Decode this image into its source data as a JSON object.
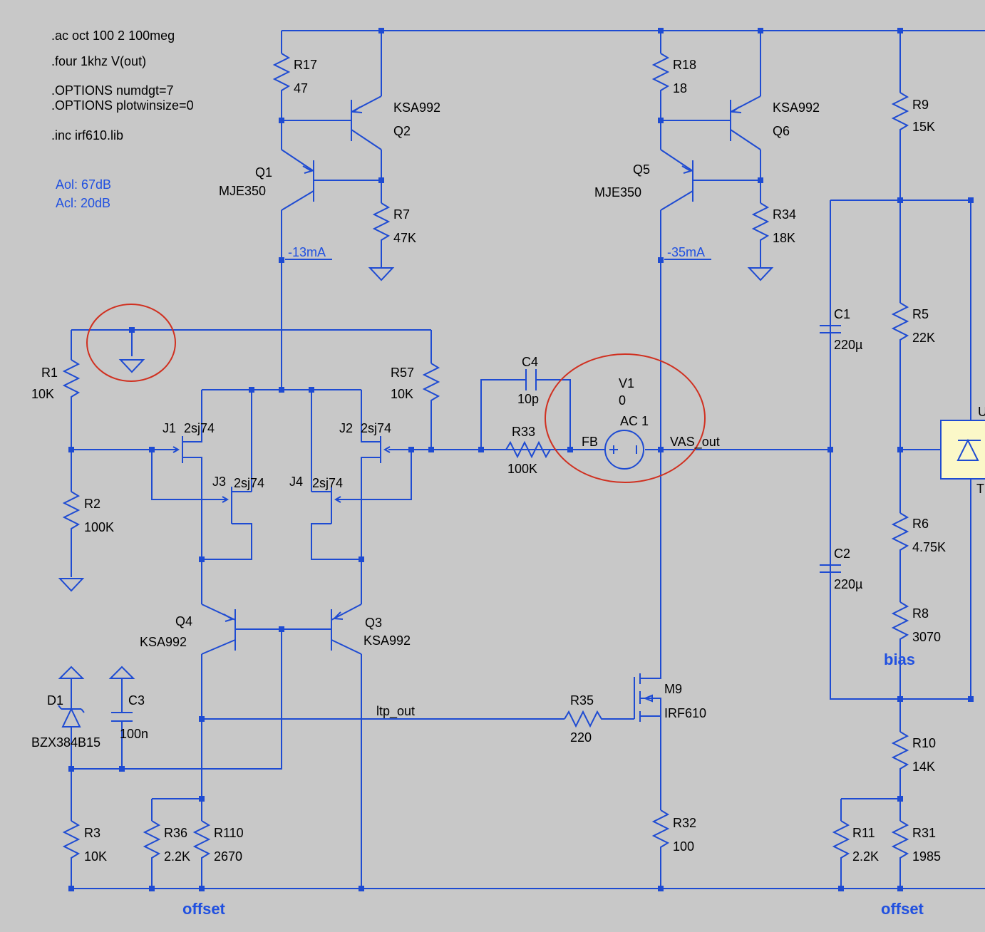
{
  "directives": {
    "ac": ".ac oct 100 2 100meg",
    "four": ".four 1khz V(out)",
    "opt1": ".OPTIONS numdgt=7",
    "opt2": ".OPTIONS plotwinsize=0",
    "inc": ".inc irf610.lib"
  },
  "notes": {
    "aol": "Aol: 67dB",
    "acl": "Acl: 20dB"
  },
  "components": {
    "R17": {
      "name": "R17",
      "value": "47"
    },
    "R18": {
      "name": "R18",
      "value": "18"
    },
    "R9": {
      "name": "R9",
      "value": "15K"
    },
    "R7": {
      "name": "R7",
      "value": "47K"
    },
    "R34": {
      "name": "R34",
      "value": "18K"
    },
    "R1": {
      "name": "R1",
      "value": "10K"
    },
    "R2": {
      "name": "R2",
      "value": "100K"
    },
    "R57": {
      "name": "R57",
      "value": "10K"
    },
    "R33": {
      "name": "R33",
      "value": "100K"
    },
    "R5": {
      "name": "R5",
      "value": "22K"
    },
    "R6": {
      "name": "R6",
      "value": "4.75K"
    },
    "R8": {
      "name": "R8",
      "value": "3070"
    },
    "R10": {
      "name": "R10",
      "value": "14K"
    },
    "R35": {
      "name": "R35",
      "value": "220"
    },
    "R3": {
      "name": "R3",
      "value": "10K"
    },
    "R36": {
      "name": "R36",
      "value": "2.2K"
    },
    "R110": {
      "name": "R110",
      "value": "2670"
    },
    "R32": {
      "name": "R32",
      "value": "100"
    },
    "R11": {
      "name": "R11",
      "value": "2.2K"
    },
    "R31": {
      "name": "R31",
      "value": "1985"
    },
    "C1": {
      "name": "C1",
      "value": "220µ"
    },
    "C2": {
      "name": "C2",
      "value": "220µ"
    },
    "C3": {
      "name": "C3",
      "value": "100n"
    },
    "C4": {
      "name": "C4",
      "value": "10p"
    },
    "Q1": {
      "name": "Q1",
      "value": "MJE350"
    },
    "Q2": {
      "name": "Q2",
      "value": "KSA992"
    },
    "Q3": {
      "name": "Q3",
      "value": "KSA992"
    },
    "Q4": {
      "name": "Q4",
      "value": "KSA992"
    },
    "Q5": {
      "name": "Q5",
      "value": "MJE350"
    },
    "Q6": {
      "name": "Q6",
      "value": "KSA992"
    },
    "J1": {
      "name": "J1",
      "value": "2sj74"
    },
    "J2": {
      "name": "J2",
      "value": "2sj74"
    },
    "J3": {
      "name": "J3",
      "value": "2sj74"
    },
    "J4": {
      "name": "J4",
      "value": "2sj74"
    },
    "M9": {
      "name": "M9",
      "value": "IRF610"
    },
    "D1": {
      "name": "D1",
      "value": "BZX384B15"
    },
    "V1": {
      "name": "V1",
      "value": "0",
      "ac": "AC 1"
    }
  },
  "currents": {
    "q1": "-13mA",
    "q5": "-35mA"
  },
  "nets": {
    "fb": "FB",
    "vas_out": "VAS_out",
    "ltp_out": "ltp_out",
    "bias": "bias",
    "offset_left": "offset",
    "offset_right": "offset"
  },
  "clipped": {
    "u_top": "U",
    "u_bottom": "T"
  },
  "colors": {
    "wire": "#1e4bd2",
    "background": "#c8c8c8",
    "highlight": "#d03020"
  }
}
